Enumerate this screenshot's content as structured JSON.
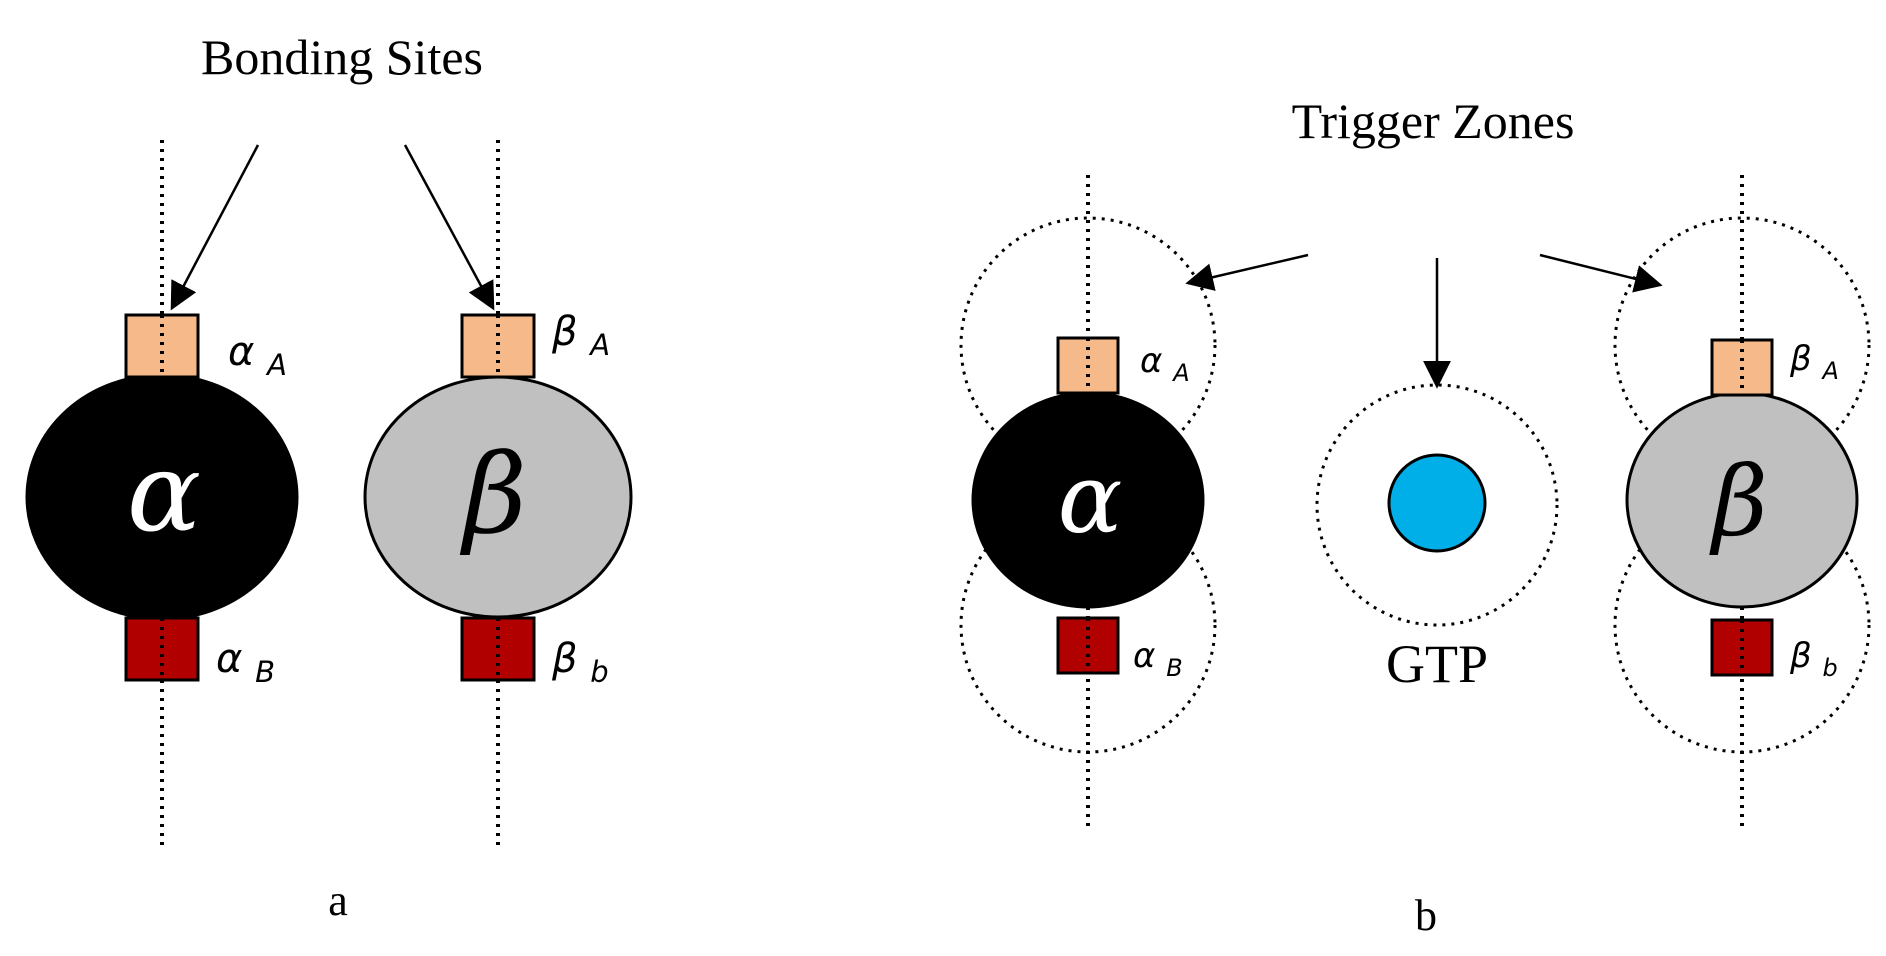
{
  "panel_a": {
    "title": "Bonding Sites",
    "caption": "a",
    "alpha": {
      "symbol": "α",
      "site_top": "αA",
      "site_bottom": "αB"
    },
    "beta": {
      "symbol": "β",
      "site_top": "βA",
      "site_bottom": "βb"
    }
  },
  "panel_b": {
    "title": "Trigger Zones",
    "caption": "b",
    "gtp_label": "GTP",
    "alpha": {
      "symbol": "α",
      "site_top": "αA",
      "site_bottom": "αB"
    },
    "beta": {
      "symbol": "β",
      "site_top": "βA",
      "site_bottom": "βb"
    }
  },
  "colors": {
    "alpha_body": "#000000",
    "beta_body": "#c0c0c0",
    "site_top": "#f6b98a",
    "site_bottom": "#b00000",
    "gtp": "#00aee8"
  }
}
